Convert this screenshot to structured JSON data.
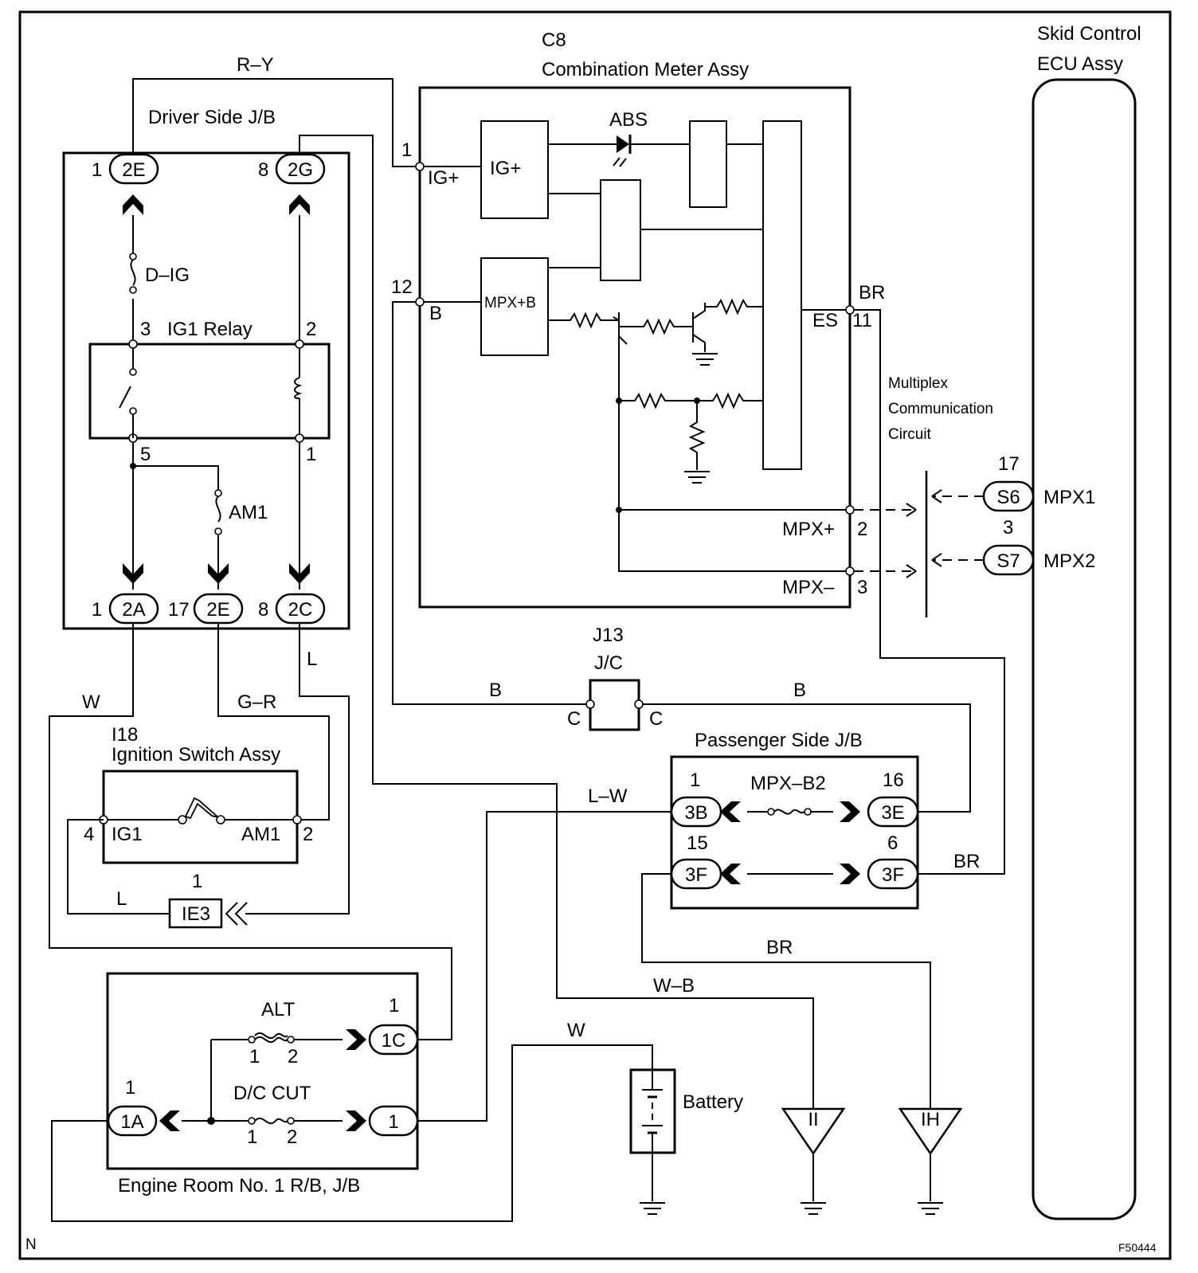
{
  "components": {
    "skid_ecu": {
      "line1": "Skid Control",
      "line2": "ECU Assy"
    },
    "meter": {
      "code": "C8",
      "name": "Combination Meter Assy"
    },
    "driver_jb": {
      "name": "Driver Side J/B"
    },
    "ig1_relay": {
      "name": "IG1 Relay"
    },
    "ignition": {
      "code": "I18",
      "name": "Ignition Switch Assy"
    },
    "j13": {
      "code": "J13",
      "name": "J/C"
    },
    "passenger_jb": {
      "name": "Passenger Side J/B"
    },
    "engine_rb": {
      "name": "Engine Room No. 1 R/B, J/B"
    },
    "battery": {
      "name": "Battery"
    },
    "mpx_circuit": {
      "line1": "Multiplex",
      "line2": "Communication",
      "line3": "Circuit"
    }
  },
  "wire_colors": {
    "ry": "R–Y",
    "w_left": "W",
    "gr": "G–R",
    "l_right": "L",
    "l_bottom": "L",
    "b_left": "B",
    "b_right": "B",
    "br_top": "BR",
    "br_mid": "BR",
    "br_bottom": "BR",
    "lw": "L–W",
    "wb": "W–B",
    "w_batt": "W"
  },
  "fuses": {
    "d_ig": "D–IG",
    "am1": "AM1",
    "mpx_b2": "MPX–B2",
    "alt": "ALT",
    "dc_cut": "D/C CUT"
  },
  "connectors": {
    "c2e_top": "2E",
    "c2g": "2G",
    "c2a": "2A",
    "c2e_bot": "2E",
    "c2c": "2C",
    "c3b": "3B",
    "c3e": "3E",
    "c3f_l": "3F",
    "c3f_r": "3F",
    "c1c": "1C",
    "c1a": "1A",
    "c1_dc": "1",
    "s6": "S6",
    "s7": "S7",
    "ie3": "IE3"
  },
  "pins": {
    "p2e_top": "1",
    "p2g": "8",
    "p2a": "1",
    "p2e_bot": "17",
    "p2c": "8",
    "relay_3": "3",
    "relay_2": "2",
    "relay_5": "5",
    "relay_1": "1",
    "meter_1": "1",
    "meter_12": "12",
    "meter_11": "11",
    "meter_2": "2",
    "meter_3": "3",
    "ign_4": "4",
    "ign_2": "2",
    "ie3_1": "1",
    "pj_1": "1",
    "pj_16": "16",
    "pj_15": "15",
    "pj_6": "6",
    "s6_17": "17",
    "s7_3": "3",
    "c1c_1": "1",
    "c1a_1": "1",
    "alt_1": "1",
    "alt_2": "2",
    "dc_1": "1",
    "dc_2": "2"
  },
  "terminals": {
    "ig_plus": "IG+",
    "b": "B",
    "es": "ES",
    "mpx_plus": "MPX+",
    "mpx_minus": "MPX–",
    "ig1": "IG1",
    "am1": "AM1",
    "mpx1": "MPX1",
    "mpx2": "MPX2",
    "j13_c_left": "C",
    "j13_c_right": "C"
  },
  "internal": {
    "ig_block": "IG+",
    "mpxb_block": "MPX+B",
    "abs": "ABS"
  },
  "grounds": {
    "ii": "II",
    "ih": "IH"
  },
  "corner": {
    "left": "N",
    "right": "F50444"
  }
}
